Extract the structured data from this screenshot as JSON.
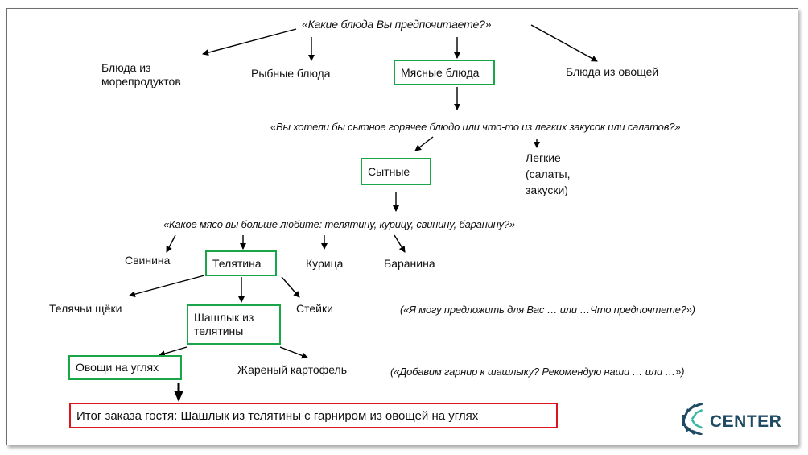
{
  "question1": "«Какие блюда Вы предпочитаете?»",
  "seafood": "Блюда из морепродуктов",
  "fish": "Рыбные блюда",
  "meat": "Мясные блюда",
  "vegetables": "Блюда из овощей",
  "question2": "«Вы хотели бы сытное горячее блюдо или что-то из легких закусок или салатов?»",
  "hearty": "Сытные",
  "light": "Легкие (салаты, закуски)",
  "question3": "«Какое мясо вы больше любите: телятину, курицу, свинину, баранину?»",
  "pork": "Свинина",
  "veal": "Телятина",
  "chicken": "Курица",
  "lamb": "Баранина",
  "veal_cheeks": "Телячьи щёки",
  "veal_kebab": "Шашлык из телятины",
  "steaks": "Стейки",
  "question4": "(«Я могу предложить для Вас … или …Что предпочтете?»)",
  "grilled_veg": "Овощи на углях",
  "fried_potatoes": "Жареный картофель",
  "question5": "(«Добавим гарнир к шашлыку? Рекомендую наши … или …»)",
  "result": "Итог заказа гостя: Шашлык из телятины с гарниром из овощей на углях",
  "logo_text": "CENTER",
  "colors": {
    "highlight_box": "#1aa548",
    "result_box": "#e0141e",
    "logo": "#1f4a63"
  }
}
